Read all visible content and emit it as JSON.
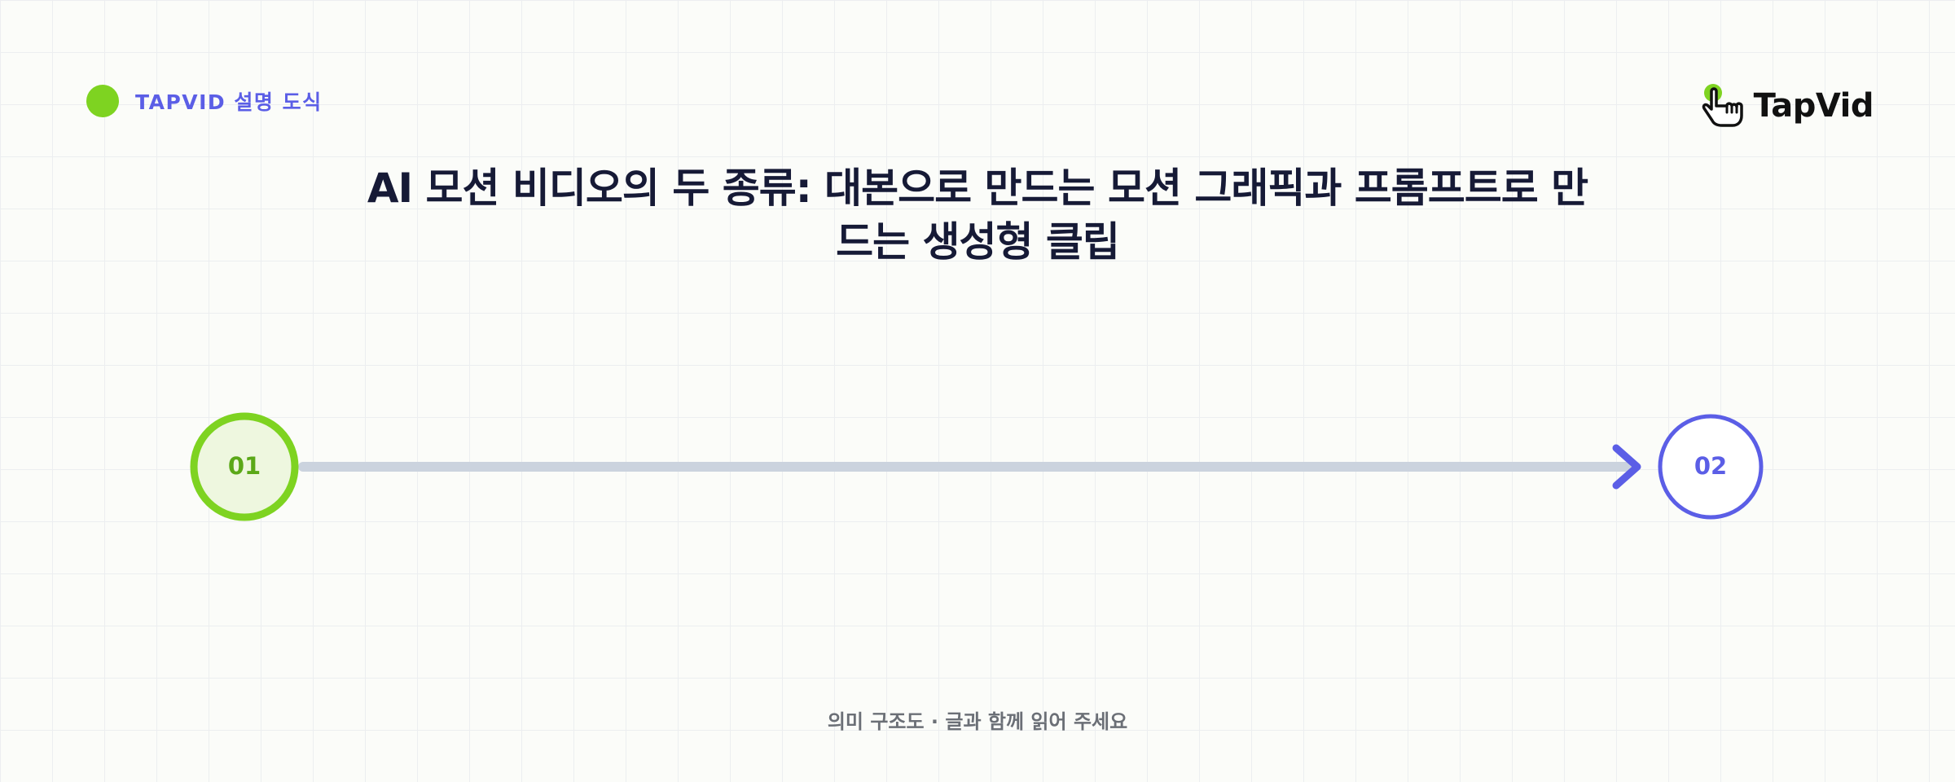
{
  "header": {
    "tag_text": "TAPVID 설명 도식",
    "logo_text": "TapVid"
  },
  "title": "AI 모션 비디오의 두 종류: 대본으로 만드는 모션 그래픽과 프롬프트로 만드는 생성형 클립",
  "diagram": {
    "nodes": [
      {
        "label": "01",
        "color": "#7ed321",
        "fill": "#eef7df",
        "text_color": "#5ba818"
      },
      {
        "label": "02",
        "color": "#5b5ee6",
        "fill": "#ffffff",
        "text_color": "#5b5ee6"
      }
    ],
    "connector_color": "#cbd3de",
    "arrow_color": "#5b5ee6"
  },
  "footer": {
    "note": "의미 구조도 · 글과 함께 읽어 주세요"
  },
  "colors": {
    "accent_green": "#7ed321",
    "accent_purple": "#5b5ee6",
    "title": "#161a36"
  },
  "icons": {
    "header_dot": "green-dot-icon",
    "logo": "pointing-hand-icon"
  }
}
